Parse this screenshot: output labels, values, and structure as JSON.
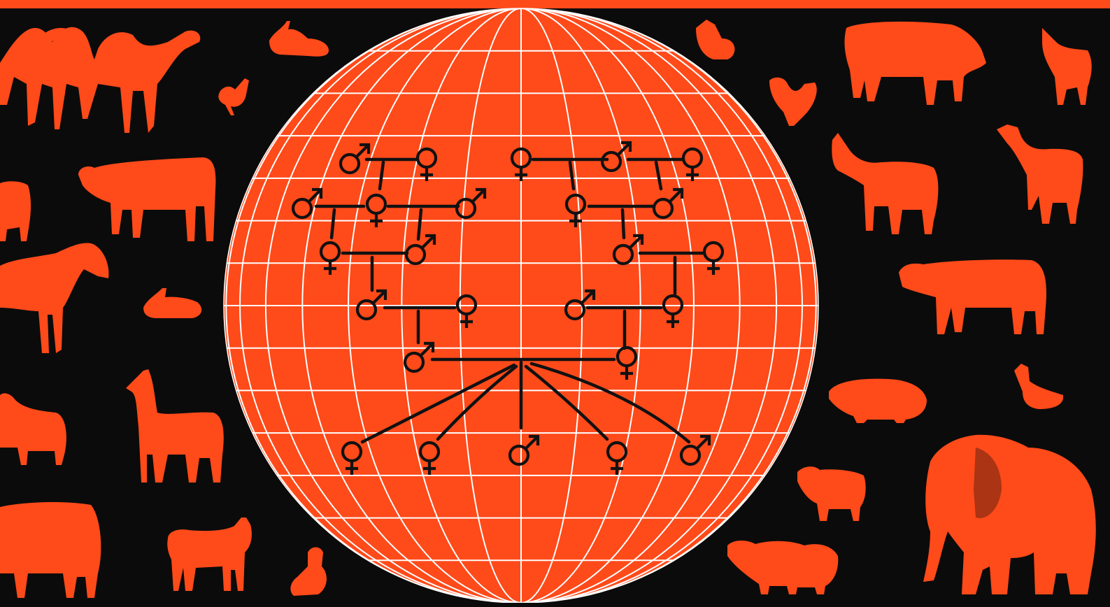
{
  "colors": {
    "background": "#0b0b0b",
    "accent": "#ff4a1a",
    "grid": "#ffffff",
    "ink": "#111111"
  },
  "illustration": {
    "globe": {
      "meridians": 15,
      "parallels": 13
    },
    "genders": {
      "g1": "male",
      "g2": "female",
      "g3": "female",
      "g4": "male",
      "g5": "female",
      "g6": "male",
      "g7": "female",
      "g8": "male",
      "g9": "female",
      "g10": "male",
      "g11": "female",
      "g12": "male",
      "g13": "male",
      "g14": "female",
      "g15": "male",
      "g16": "female",
      "g17": "male",
      "g18": "female",
      "g19": "male",
      "g20": "female",
      "g21": "female",
      "g22": "female",
      "g23": "male",
      "g24": "female",
      "g25": "male"
    },
    "animals": [
      "camel-silhouette",
      "camel-silhouette",
      "rabbit-silhouette",
      "chicken-silhouette",
      "cow-silhouette",
      "pig-silhouette",
      "horse-silhouette",
      "rabbit-silhouette",
      "sheep-silhouette",
      "llama-silhouette",
      "cow-silhouette",
      "goat-silhouette",
      "duck-silhouette",
      "chicken-silhouette",
      "rooster-silhouette",
      "cow-silhouette",
      "goat-silhouette",
      "donkey-silhouette",
      "deer-silhouette",
      "cow-silhouette",
      "pig-silhouette",
      "duck-silhouette",
      "sheep-silhouette",
      "sheep-silhouette",
      "elephant-silhouette"
    ]
  }
}
